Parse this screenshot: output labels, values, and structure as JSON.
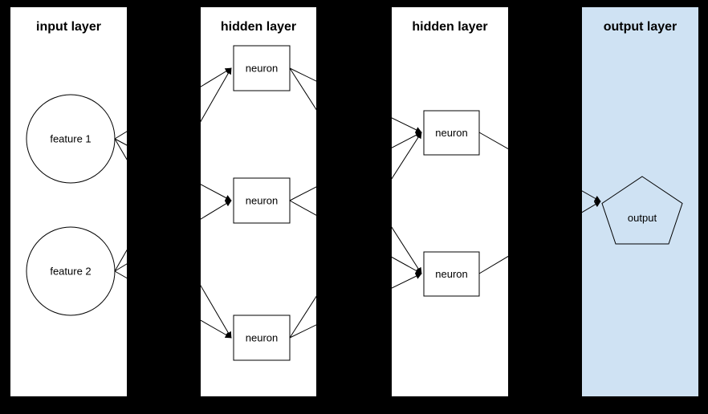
{
  "colors": {
    "background": "#000000",
    "panel_white": "#ffffff",
    "panel_blue": "#cfe2f3",
    "stroke": "#000000",
    "text": "#000000"
  },
  "layers": [
    {
      "title": "input layer",
      "nodes": [
        {
          "label": "feature 1",
          "shape": "circle"
        },
        {
          "label": "feature 2",
          "shape": "circle"
        }
      ]
    },
    {
      "title": "hidden layer",
      "nodes": [
        {
          "label": "neuron",
          "shape": "rectangle"
        },
        {
          "label": "neuron",
          "shape": "rectangle"
        },
        {
          "label": "neuron",
          "shape": "rectangle"
        }
      ]
    },
    {
      "title": "hidden layer",
      "nodes": [
        {
          "label": "neuron",
          "shape": "rectangle"
        },
        {
          "label": "neuron",
          "shape": "rectangle"
        }
      ]
    },
    {
      "title": "output layer",
      "nodes": [
        {
          "label": "output",
          "shape": "pentagon"
        }
      ]
    }
  ]
}
